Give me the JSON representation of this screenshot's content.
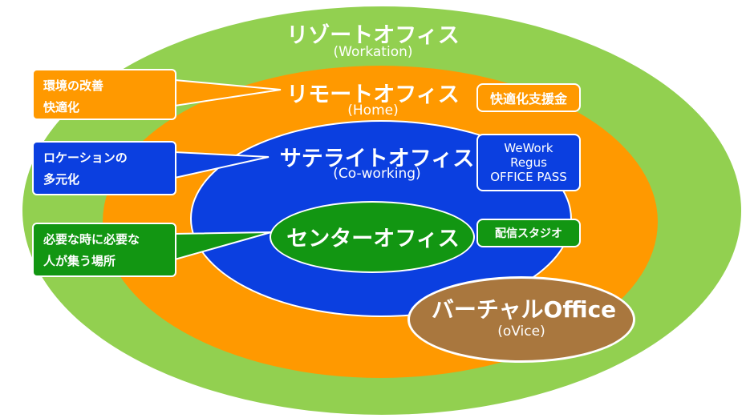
{
  "resort_office": {
    "title": "リゾートオフィス",
    "subtitle": "(Workation)"
  },
  "remote_office": {
    "title": "リモートオフィス",
    "subtitle": "(Home)"
  },
  "satellite_office": {
    "title": "サテライトオフィス",
    "subtitle": "(Co-working)"
  },
  "center_office": {
    "title": "センターオフィス"
  },
  "virtual_office": {
    "title": "バーチャルOffice",
    "subtitle": "(oVice)"
  },
  "tags": {
    "subsidy": "快適化支援金",
    "coworking_lines": [
      "WeWork",
      "Regus",
      "OFFICE PASS"
    ],
    "studio": "配信スタジオ"
  },
  "callouts": {
    "comfort": [
      "環境の改善",
      "快適化"
    ],
    "location": [
      "ロケーションの",
      "多元化"
    ],
    "needs": [
      "必要な時に必要な",
      "人が集う場所"
    ]
  },
  "colors": {
    "resort": "#92d050",
    "remote": "#ff9900",
    "satellite": "#0b3fe0",
    "center": "#129612",
    "virtual": "#a9773e"
  }
}
